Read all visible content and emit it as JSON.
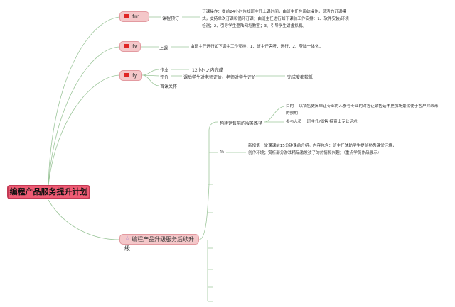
{
  "root": {
    "title": "编程产品服务提升计划"
  },
  "branches": {
    "fm": {
      "label": "fm",
      "item": "课程预订",
      "detail": "订课操作：提前24小时告知班主任上课时间，由班主任在系统操作，灵活的订课模式，支持单次订课和循环订课；由班主任进行如下课前工作安排：1、软件安装/环境检测；2、引导学生登陆网址教室；3、引导学生讲虚拟机。"
    },
    "fv": {
      "label": "fv",
      "item": "上课",
      "detail": "由班主任进行如下课中工作安排：1、班主任旁听：进行；2、登陆一体化；"
    },
    "fy": {
      "label": "fy",
      "items": [
        {
          "name": "作业",
          "detail": "12小时之内完成"
        },
        {
          "name": "评价",
          "detail": "课后学生对老师评价、老师对学生评价",
          "extra": "完成度都较低"
        },
        {
          "name": "首课关怀",
          "detail": ""
        }
      ]
    },
    "upgrade": {
      "label": "编程产品升级服务后续升级",
      "sections": [
        {
          "name": "构建销售前的服务路径",
          "goal": "目的 ：以销售更简单让专业的人参与专业的对答让销售话术更加场景化便于客户对未来的预期",
          "people": "参与人员 ：班主任/销售 持资出专业话术"
        },
        {
          "name": "fn",
          "detail": "新增第一堂课课前15分钟课前介绍。内容包含：班主任辅助学生提前熟悉课堂环境，创作环境；赏析部分游戏精品激发孩子的热情和兴趣；（重点学员作品展示）"
        }
      ]
    }
  },
  "colors": {
    "node_fill": "#f4c7c9",
    "root_fill": "#ef5b74",
    "connector": "#9dc69b",
    "flag": "#e02424"
  }
}
